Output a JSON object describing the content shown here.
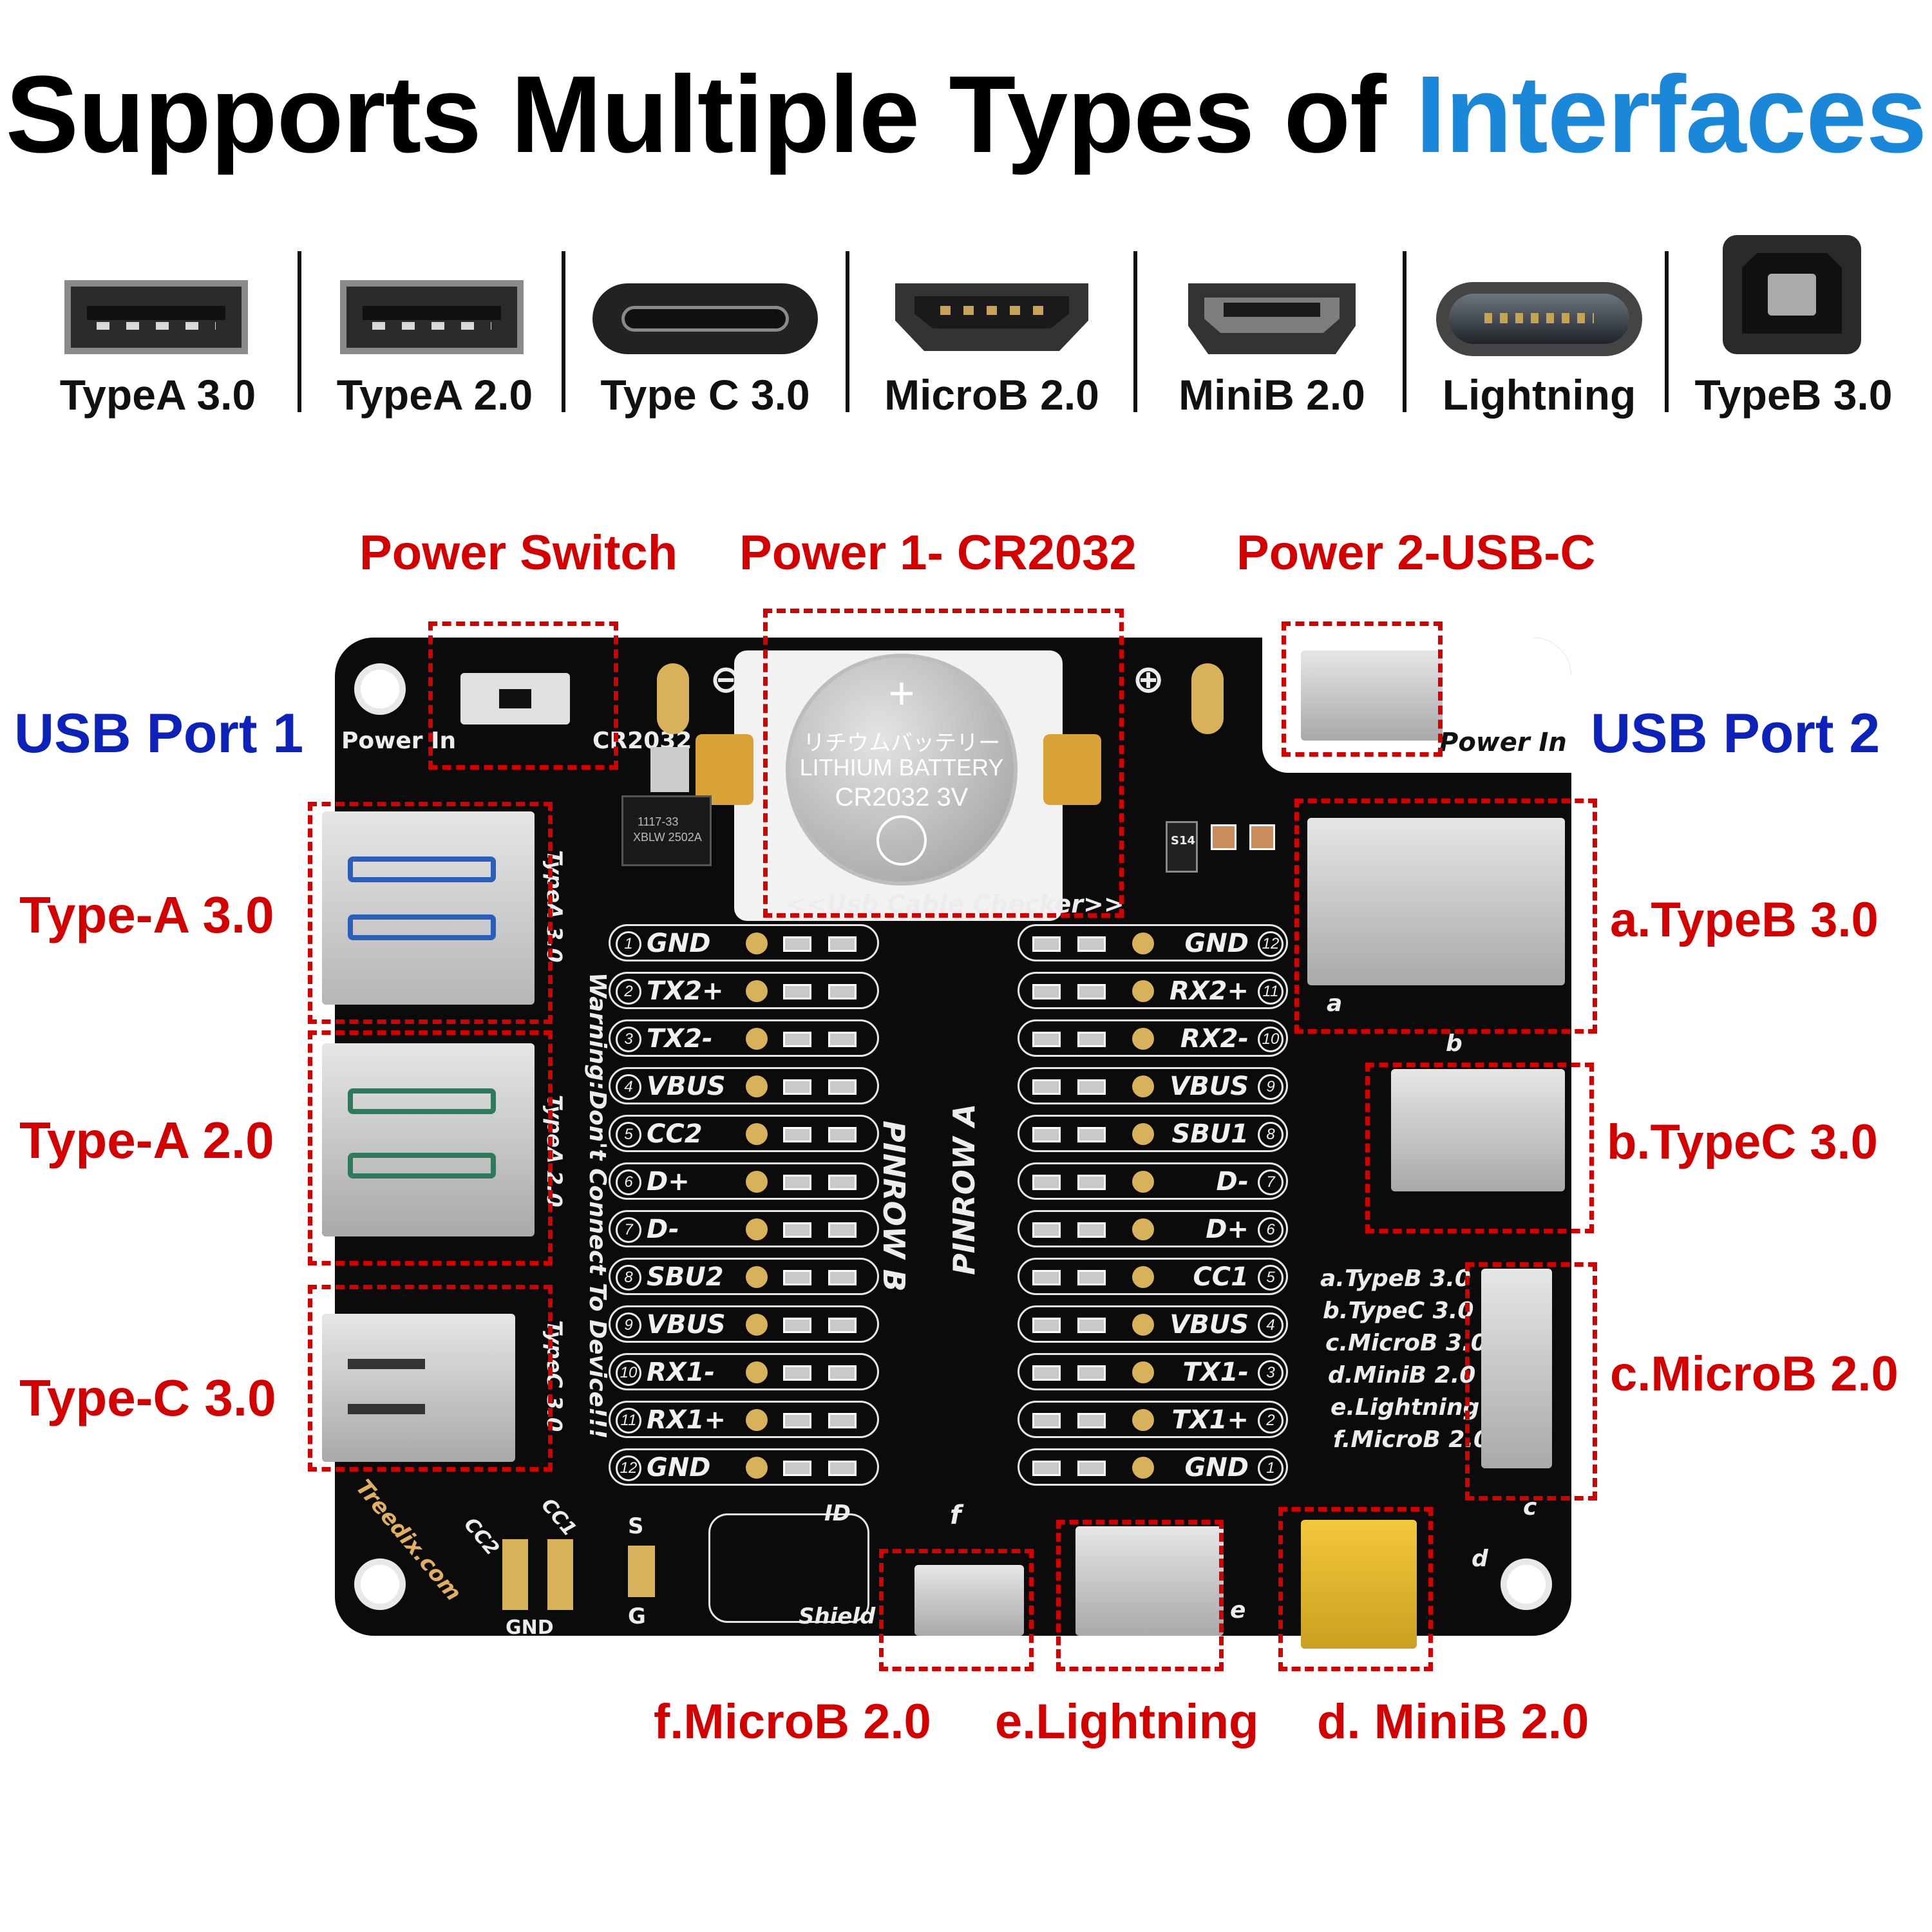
{
  "title": {
    "main": "Supports Multiple Types of ",
    "highlight": "Interfaces",
    "highlight_color": "#1a87d8"
  },
  "interfaces": [
    {
      "label": "TypeA 3.0",
      "icon": "usb-a-port-icon"
    },
    {
      "label": "TypeA 2.0",
      "icon": "usb-a-port-icon"
    },
    {
      "label": "Type C 3.0",
      "icon": "usb-c-port-icon"
    },
    {
      "label": "MicroB 2.0",
      "icon": "micro-usb-port-icon"
    },
    {
      "label": "MiniB 2.0",
      "icon": "mini-usb-port-icon"
    },
    {
      "label": "Lightning",
      "icon": "lightning-port-icon"
    },
    {
      "label": "TypeB 3.0",
      "icon": "usb-b-port-icon"
    }
  ],
  "callouts": {
    "power_switch": "Power Switch",
    "power1": "Power 1- CR2032",
    "power2": "Power 2-USB-C",
    "usb_port1": "USB Port 1",
    "usb_port2": "USB Port 2",
    "left": [
      "Type-A 3.0",
      "Type-A 2.0",
      "Type-C 3.0"
    ],
    "right": [
      "a.TypeB 3.0",
      "b.TypeC 3.0",
      "c.MicroB 2.0"
    ],
    "bottom": [
      "f.MicroB 2.0",
      "e.Lightning",
      "d. MiniB 2.0"
    ]
  },
  "board": {
    "power_in": "Power In",
    "cr2032": "CR2032",
    "power_in_right": "Power In",
    "battery": {
      "jp": "リチウムバッテリー",
      "line1": "LITHIUM BATTERY",
      "line2": "CR2032  3V",
      "plus": "+"
    },
    "checker": "<<Usb Cable Checker>>",
    "regulator": {
      "line1": "1117-33",
      "line2": "XBLW  2502A"
    },
    "minus_sign": "⊖",
    "plus_sign": "⊕",
    "pinrow_b": "PINROW B",
    "pinrow_a": "PINROW A",
    "warning": "Warning:Don't Connect To Device!!!",
    "port_silk": [
      "TypeA 3.0",
      "TypeA 2.0",
      "TypeC 3.0"
    ],
    "pins_b": [
      {
        "n": "1",
        "label": "GND"
      },
      {
        "n": "2",
        "label": "TX2+"
      },
      {
        "n": "3",
        "label": "TX2-"
      },
      {
        "n": "4",
        "label": "VBUS"
      },
      {
        "n": "5",
        "label": "CC2"
      },
      {
        "n": "6",
        "label": "D+"
      },
      {
        "n": "7",
        "label": "D-"
      },
      {
        "n": "8",
        "label": "SBU2"
      },
      {
        "n": "9",
        "label": "VBUS"
      },
      {
        "n": "10",
        "label": "RX1-"
      },
      {
        "n": "11",
        "label": "RX1+"
      },
      {
        "n": "12",
        "label": "GND"
      }
    ],
    "pins_a": [
      {
        "n": "12",
        "label": "GND"
      },
      {
        "n": "11",
        "label": "RX2+"
      },
      {
        "n": "10",
        "label": "RX2-"
      },
      {
        "n": "9",
        "label": "VBUS"
      },
      {
        "n": "8",
        "label": "SBU1"
      },
      {
        "n": "7",
        "label": "D-"
      },
      {
        "n": "6",
        "label": "D+"
      },
      {
        "n": "5",
        "label": "CC1"
      },
      {
        "n": "4",
        "label": "VBUS"
      },
      {
        "n": "3",
        "label": "TX1-"
      },
      {
        "n": "2",
        "label": "TX1+"
      },
      {
        "n": "1",
        "label": "GND"
      }
    ],
    "legend": [
      "a.TypeB 3.0",
      "b.TypeC 3.0",
      "c.MicroB 3.0",
      "d.MiniB 2.0",
      "e.Lightning",
      "f.MicroB 2.0"
    ],
    "letters": {
      "a": "a",
      "b": "b",
      "c": "c",
      "d": "d",
      "e": "e",
      "f": "f"
    },
    "brand": "Treedix.com",
    "cc2": "CC2",
    "cc1": "CC1",
    "gnd": "GND",
    "s": "S",
    "g": "G",
    "id": "ID",
    "shield": "Shield",
    "s14": "S14"
  }
}
